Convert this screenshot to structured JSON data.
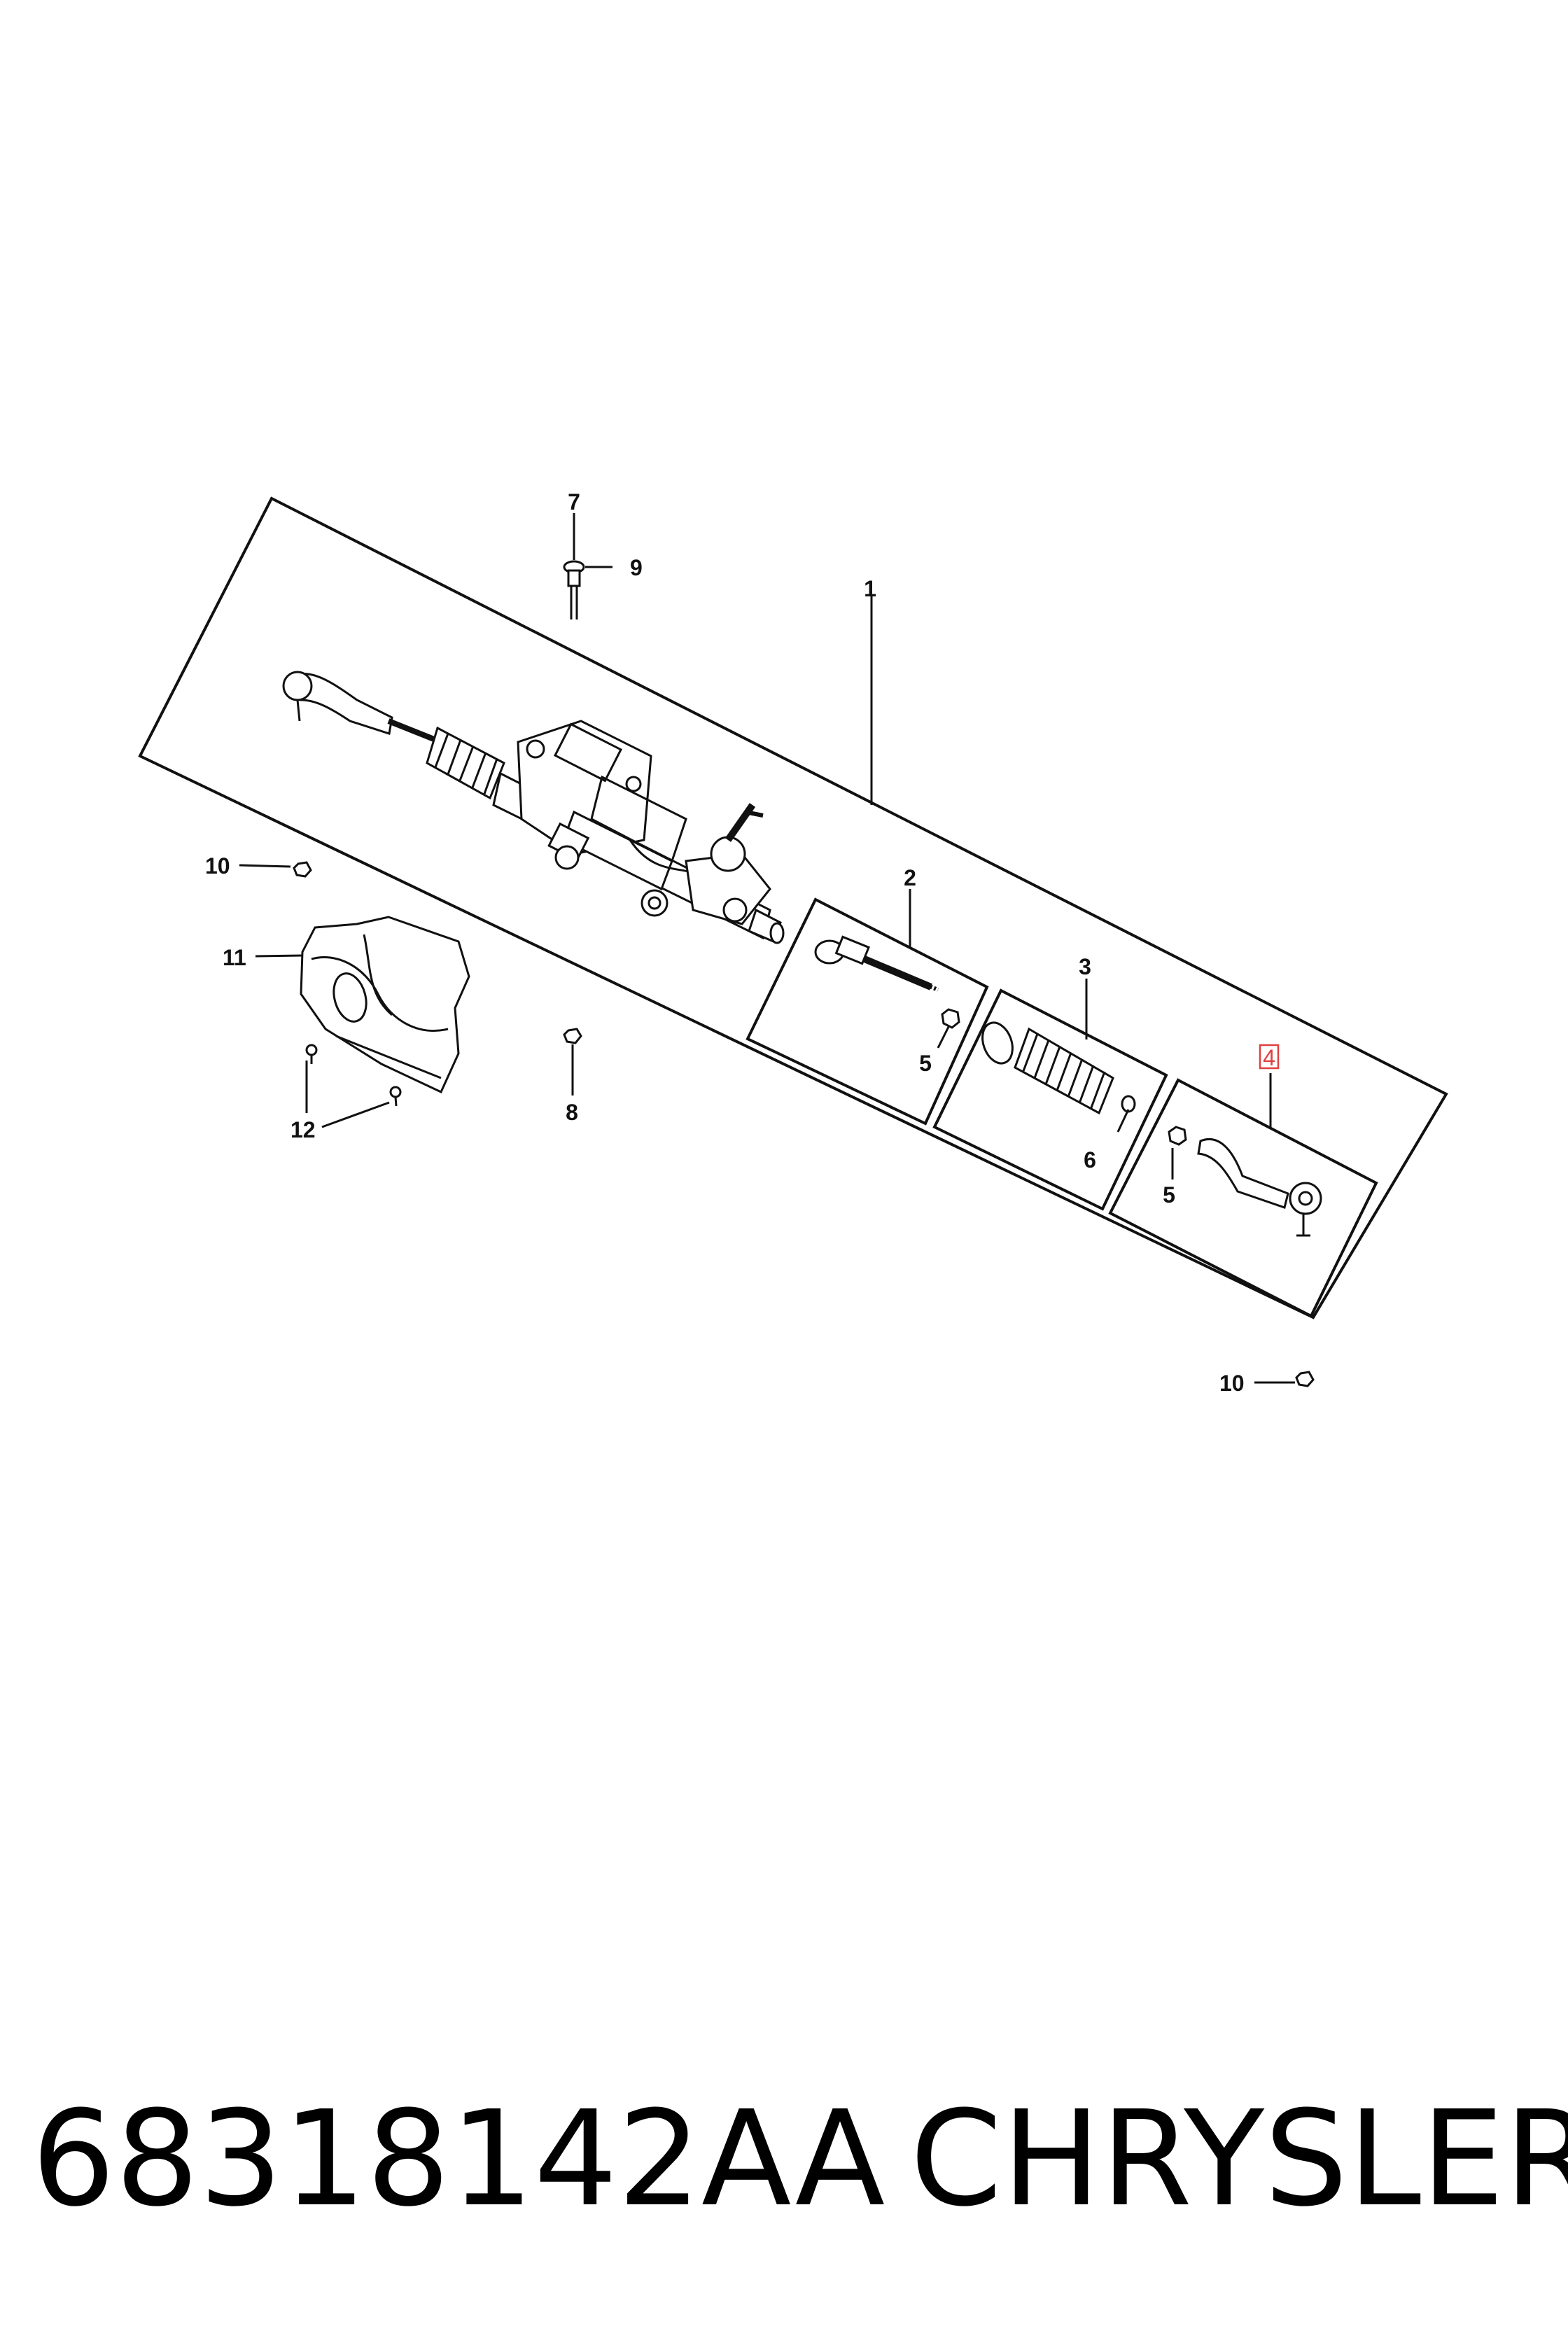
{
  "callouts": {
    "c1": "1",
    "c2": "2",
    "c3": "3",
    "c4": "4",
    "c5a": "5",
    "c5b": "5",
    "c6": "6",
    "c7": "7",
    "c8": "8",
    "c9": "9",
    "c10a": "10",
    "c10b": "10",
    "c11": "11",
    "c12": "12"
  },
  "footer": {
    "part_number": "68318142AA",
    "brand": "CHRYSLER"
  },
  "colors": {
    "line": "#111111",
    "highlight": "#e04040"
  }
}
